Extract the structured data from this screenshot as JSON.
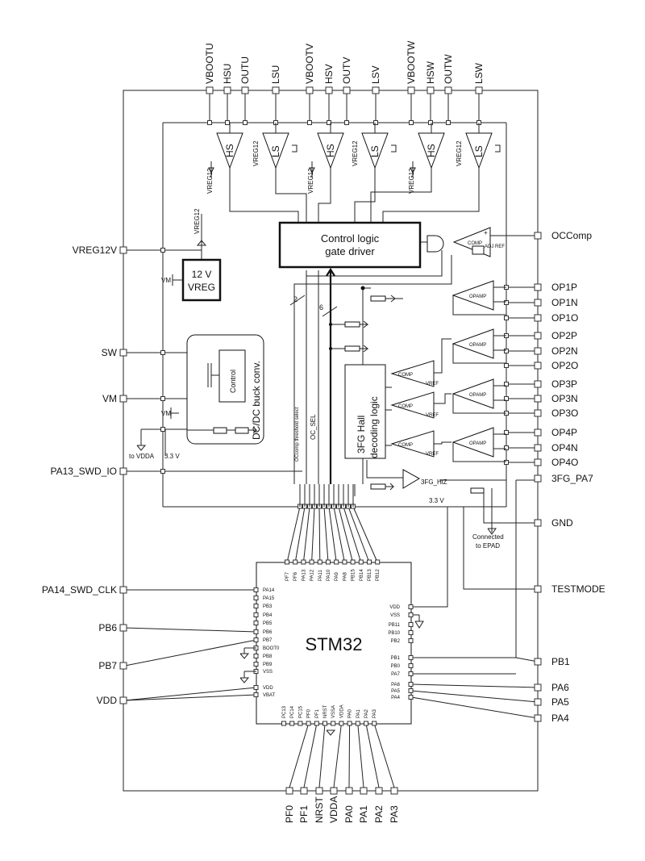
{
  "top_pins": [
    "VBOOTU",
    "HSU",
    "OUTU",
    "LSU",
    "VBOOTV",
    "HSV",
    "OUTV",
    "LSV",
    "VBOOTW",
    "HSW",
    "OUTW",
    "LSW"
  ],
  "left_pins": [
    "VREG12V",
    "SW",
    "VM",
    "PA13_SWD_IO",
    "PA14_SWD_CLK",
    "PB6",
    "PB7",
    "VDD"
  ],
  "right_pins": [
    "OCComp",
    "OP1P",
    "OP1N",
    "OP1O",
    "OP2P",
    "OP2N",
    "OP2O",
    "OP3P",
    "OP3N",
    "OP3O",
    "OP4P",
    "OP4N",
    "OP4O",
    "3FG_PA7",
    "GND",
    "TESTMODE",
    "PB1",
    "PA6",
    "PA5",
    "PA4"
  ],
  "bottom_pins": [
    "PF0",
    "PF1",
    "NRST",
    "VDDA",
    "PA0",
    "PA1",
    "PA2",
    "PA3"
  ],
  "blocks": {
    "control_logic_line1": "Control logic",
    "control_logic_line2": "gate driver",
    "vreg_line1": "12 V",
    "vreg_line2": "VREG",
    "dcdc_label": "DC/DC buck conv.",
    "control_label": "Control",
    "hall_line1": "3FG Hall",
    "hall_line2": "decoding logic",
    "mcu_label": "STM32"
  },
  "drivers": {
    "hs": "HS",
    "ls": "LS",
    "vreg12": "VREG12"
  },
  "labels": {
    "vreg12": "VREG12",
    "vm": "VM",
    "comp": "COMP",
    "opamp": "OPAMP",
    "vref": "VREF",
    "adj_ref": "ADJ REF",
    "bus2": "2",
    "bus6": "6",
    "to_vdda": "to VDDA",
    "v33": "3.3 V",
    "oc_threshold": "OCcomp threshold select",
    "oc_sel": "OC_SEL",
    "fg_hiz": "3FG_HiZ",
    "connected_line1": "Connected",
    "connected_line2": "to EPAD"
  },
  "mcu_top_pins": [
    "PF7",
    "PF6",
    "PA13",
    "PA12",
    "PA11",
    "PA10",
    "PA9",
    "PA8",
    "PB15",
    "PB14",
    "PB13",
    "PB12"
  ],
  "mcu_left_pins": [
    "PA14",
    "PA15",
    "PB3",
    "PB4",
    "PB5",
    "PB6",
    "PB7",
    "BOOT0",
    "PB8",
    "PB9",
    "VSS",
    "VDD",
    "VBAT"
  ],
  "mcu_right_pins": [
    "VDD",
    "VSS",
    "PB11",
    "PB10",
    "PB2",
    "PB1",
    "PB0",
    "PA7",
    "PA6",
    "PA5",
    "PA4"
  ],
  "mcu_bottom_pins": [
    "PC13",
    "PC14",
    "PC15",
    "PF0",
    "PF1",
    "NRST",
    "VSSA",
    "VDDA",
    "PA0",
    "PA1",
    "PA2",
    "PA3"
  ]
}
